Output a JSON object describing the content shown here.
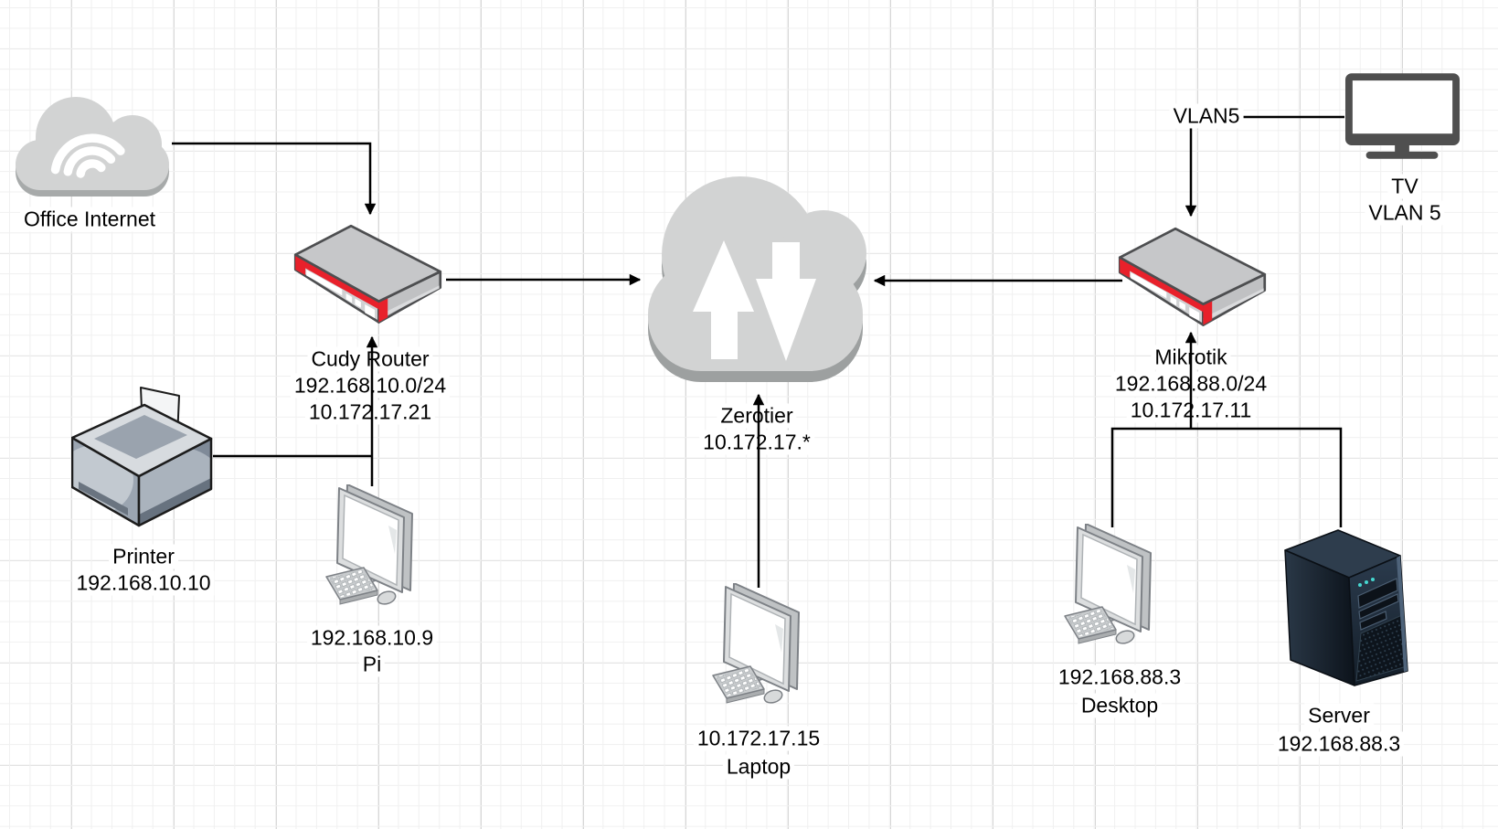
{
  "diagram_type": "network-topology",
  "colors": {
    "cloud_fill": "#d2d3d3",
    "cloud_shadow": "#a0a3a3",
    "router_red": "#e8212b",
    "router_top": "#c6c7c9",
    "tv_fill": "#4f4f4f",
    "edge": "#000000",
    "label_bg": "#ffffff"
  },
  "icons": {
    "internet": "cloud-wifi-icon",
    "zerotier": "cloud-updown-arrows-icon",
    "cudy_router": "router-3d-icon",
    "mikrotik_router": "router-3d-icon",
    "tv": "tv-monitor-icon",
    "printer": "laser-printer-icon",
    "pi": "desktop-computer-icon",
    "laptop": "desktop-computer-icon",
    "desktop": "desktop-computer-icon",
    "server": "server-tower-icon"
  },
  "nodes": {
    "internet": {
      "label": "Office Internet"
    },
    "cudy_router": {
      "name": "Cudy Router",
      "subnet": "192.168.10.0/24",
      "zerotier_ip": "10.172.17.21"
    },
    "zerotier": {
      "name": "Zerotier",
      "network": "10.172.17.*"
    },
    "mikrotik_router": {
      "name": "Mikrotik",
      "subnet": "192.168.88.0/24",
      "zerotier_ip": "10.172.17.11"
    },
    "tv": {
      "name": "TV",
      "vlan": "VLAN 5"
    },
    "printer": {
      "name": "Printer",
      "ip": "192.168.10.10"
    },
    "pi": {
      "ip": "192.168.10.9",
      "name": "Pi"
    },
    "laptop": {
      "ip": "10.172.17.15",
      "name": "Laptop"
    },
    "desktop": {
      "ip": "192.168.88.3",
      "name": "Desktop"
    },
    "server": {
      "name": "Server",
      "ip": "192.168.88.3"
    }
  },
  "edges": {
    "internet_to_cudy": {
      "from": "internet",
      "to": "cudy_router",
      "arrow": "into-router"
    },
    "cudy_to_zerotier": {
      "from": "cudy_router",
      "to": "zerotier",
      "arrow": "into-cloud"
    },
    "mikrotik_to_zerotier": {
      "from": "mikrotik_router",
      "to": "zerotier",
      "arrow": "into-cloud"
    },
    "pi_to_cudy": {
      "from": "pi",
      "to": "cudy_router",
      "arrow": "into-router"
    },
    "printer_link": {
      "from": "printer",
      "to": "pi_to_cudy",
      "arrow": "none"
    },
    "laptop_to_zerotier": {
      "from": "laptop",
      "to": "zerotier",
      "arrow": "into-cloud"
    },
    "lan_to_mikrotik": {
      "from": "desktop+server",
      "to": "mikrotik_router",
      "arrow": "into-router"
    },
    "tv_to_mikrotik": {
      "from": "tv",
      "to": "mikrotik_router",
      "label": "VLAN5",
      "arrow": "into-router"
    }
  }
}
